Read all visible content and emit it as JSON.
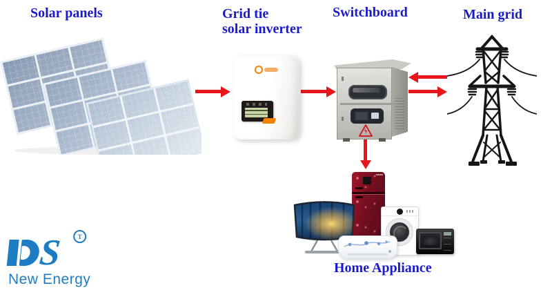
{
  "labels": {
    "solar_panels": "Solar panels",
    "inverter_line1": "Grid tie",
    "inverter_line2": "solar inverter",
    "switchboard": "Switchboard",
    "main_grid": "Main grid",
    "home_appliance": "Home Appliance"
  },
  "logo": {
    "mark": "DS",
    "s": "S",
    "trademark": "T",
    "subtitle": "New Energy"
  },
  "arrows": [
    {
      "name": "panels-to-inverter",
      "direction": "right"
    },
    {
      "name": "inverter-to-switchboard",
      "direction": "right"
    },
    {
      "name": "grid-to-switchboard",
      "direction": "left"
    },
    {
      "name": "switchboard-to-grid",
      "direction": "right"
    },
    {
      "name": "switchboard-to-appliances",
      "direction": "down"
    }
  ],
  "icons": {
    "solar-panels-icon": "three tilted photovoltaic arrays",
    "inverter-icon": "white wall-mount grid-tie inverter with LCD",
    "switchboard-icon": "stainless steel switchboard cabinet with warning triangle",
    "transmission-tower-icon": "high-voltage lattice pylon with wires",
    "tv-icon": "curved television",
    "fridge-icon": "dark red refrigerator",
    "washing-machine-icon": "front-load washer",
    "microwave-icon": "black microwave oven",
    "air-conditioner-icon": "white split AC unit"
  },
  "colors": {
    "label_blue": "#1a1acd",
    "arrow_red": "#e8151c",
    "logo_blue": "#1e7dc2",
    "fridge_red": "#751020",
    "inverter_accent_orange": "#f08300"
  }
}
